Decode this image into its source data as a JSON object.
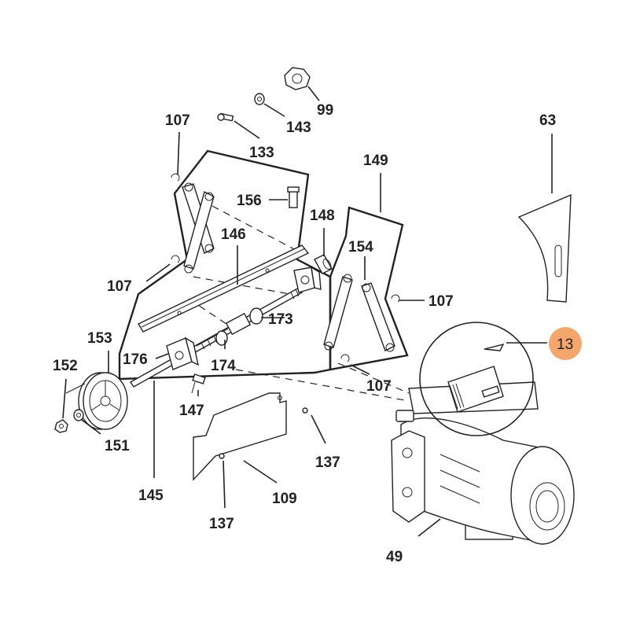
{
  "callouts": [
    {
      "id": "99",
      "label": "99"
    },
    {
      "id": "143",
      "label": "143"
    },
    {
      "id": "133",
      "label": "133"
    },
    {
      "id": "107a",
      "label": "107"
    },
    {
      "id": "149",
      "label": "149"
    },
    {
      "id": "63",
      "label": "63"
    },
    {
      "id": "156",
      "label": "156"
    },
    {
      "id": "148",
      "label": "148"
    },
    {
      "id": "146",
      "label": "146"
    },
    {
      "id": "154",
      "label": "154"
    },
    {
      "id": "107b",
      "label": "107"
    },
    {
      "id": "107c",
      "label": "107"
    },
    {
      "id": "173",
      "label": "173"
    },
    {
      "id": "13",
      "label": "13",
      "highlighted": true
    },
    {
      "id": "153",
      "label": "153"
    },
    {
      "id": "152",
      "label": "152"
    },
    {
      "id": "176",
      "label": "176"
    },
    {
      "id": "174",
      "label": "174"
    },
    {
      "id": "107d",
      "label": "107"
    },
    {
      "id": "147",
      "label": "147"
    },
    {
      "id": "151",
      "label": "151"
    },
    {
      "id": "137a",
      "label": "137"
    },
    {
      "id": "145",
      "label": "145"
    },
    {
      "id": "109",
      "label": "109"
    },
    {
      "id": "137b",
      "label": "137"
    },
    {
      "id": "49",
      "label": "49"
    }
  ],
  "colors": {
    "highlight": "#f5a66b",
    "ink": "#222222"
  }
}
